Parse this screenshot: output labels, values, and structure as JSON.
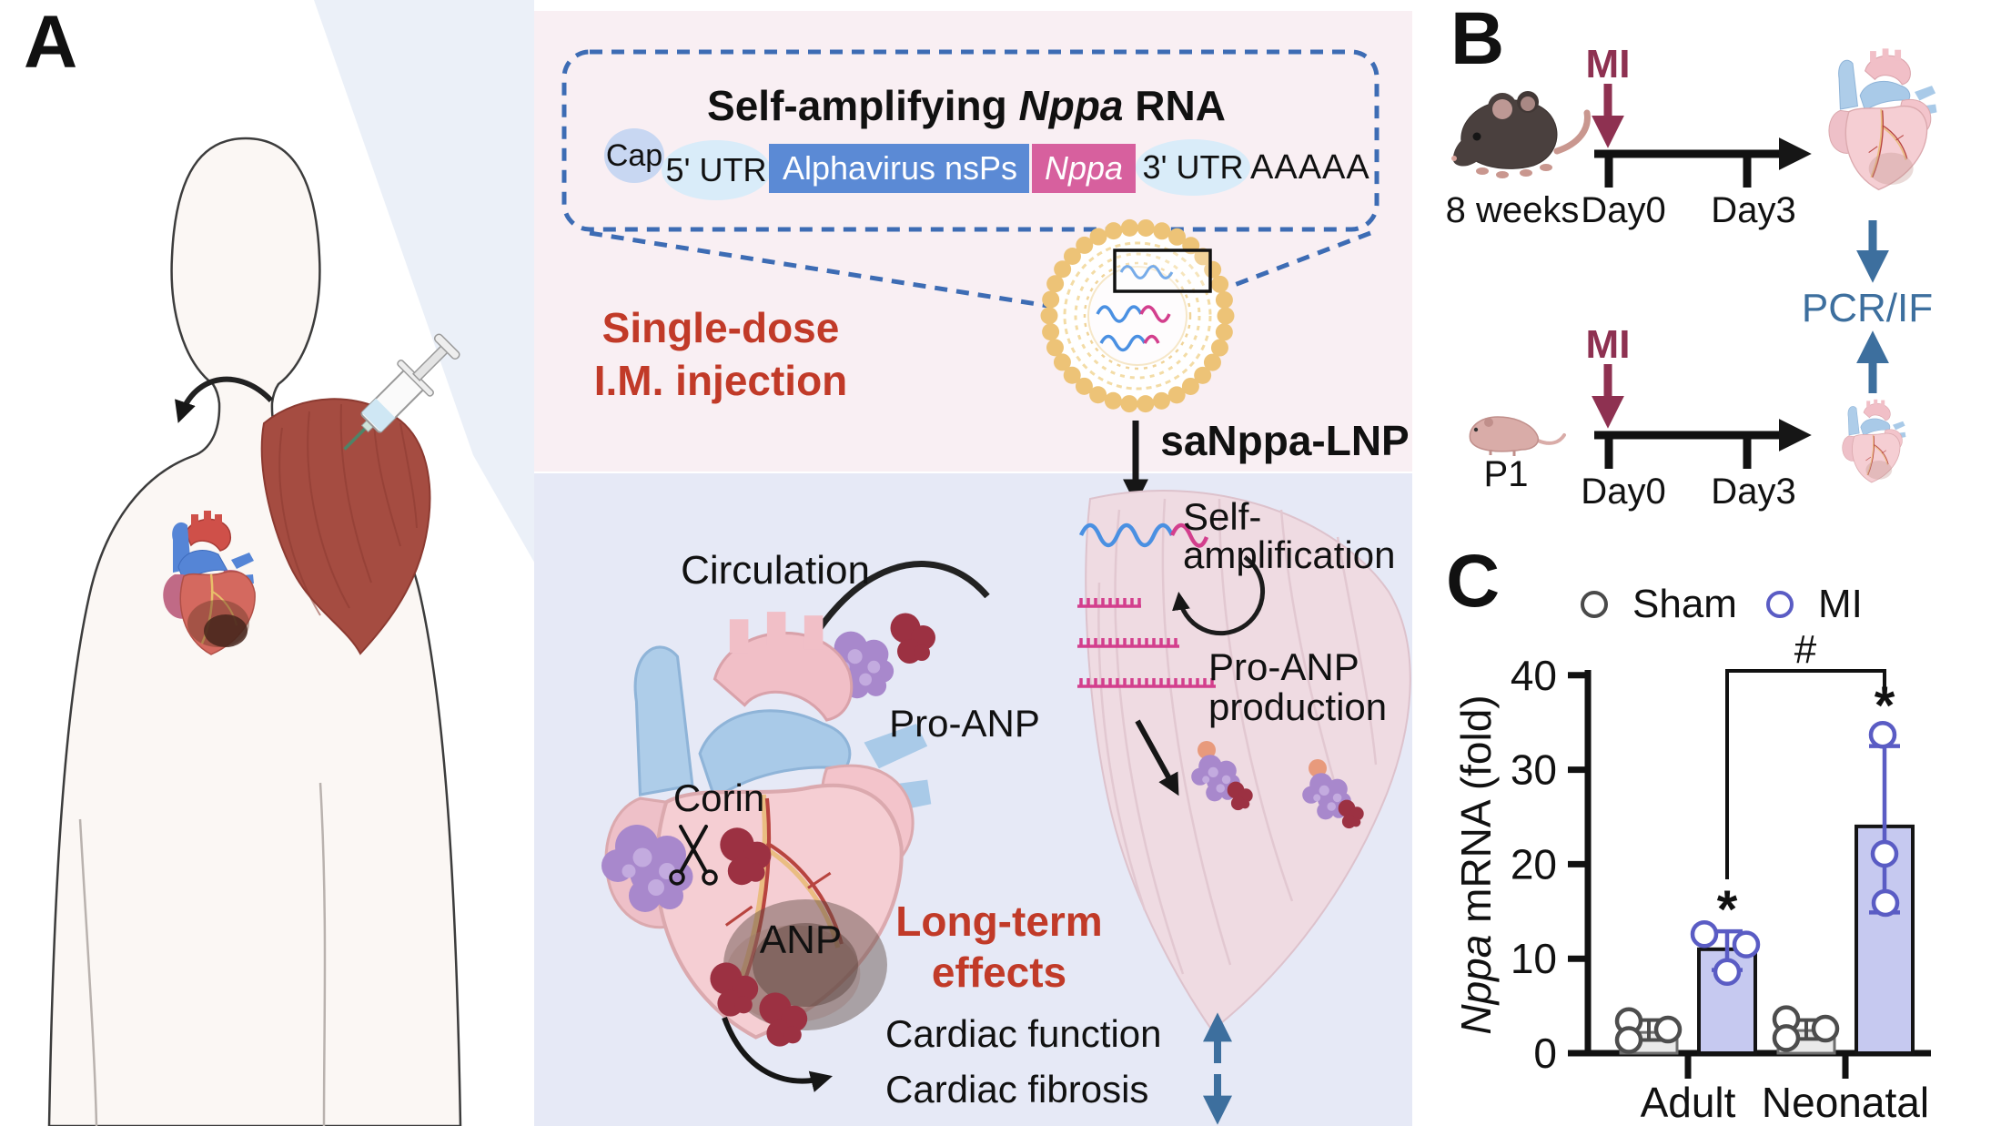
{
  "panel_a": {
    "label": "A",
    "construct": {
      "title_prefix": "Self-amplifying ",
      "title_gene": "Nppa",
      "title_suffix": " RNA",
      "cap": "Cap",
      "utr5": "5' UTR",
      "nsps": "Alphavirus nsPs",
      "gene_box": "Nppa",
      "utr3": "3' UTR",
      "polya": "AAAAA"
    },
    "injection_line1": "Single-dose",
    "injection_line2": "I.M. injection",
    "lnp_label": "saNppa-LNP",
    "self_amp_line1": "Self-",
    "self_amp_line2": "amplification",
    "circulation": "Circulation",
    "pro_anp": "Pro-ANP",
    "corin": "Corin",
    "anp": "ANP",
    "production_line1": "Pro-ANP",
    "production_line2": "production",
    "long_term_line1": "Long-term",
    "long_term_line2": "effects",
    "effect_function": "Cardiac function",
    "effect_fibrosis": "Cardiac fibrosis"
  },
  "panel_b": {
    "label": "B",
    "adult": {
      "age": "8 weeks",
      "mi": "MI",
      "day0": "Day0",
      "day3": "Day3"
    },
    "neonatal": {
      "age": "P1",
      "mi": "MI",
      "day0": "Day0",
      "day3": "Day3"
    },
    "assay": "PCR/IF"
  },
  "panel_c": {
    "label": "C",
    "legend": {
      "sham": "Sham",
      "mi": "MI"
    },
    "ylabel_gene": "Nppa",
    "ylabel_rest": " mRNA (fold)",
    "sig": {
      "hash": "#",
      "star_adult": "*",
      "star_neonatal": "*"
    },
    "chart_data": {
      "type": "bar",
      "title": "Nppa mRNA (fold) after MI vs Sham",
      "categories": [
        "Adult",
        "Neonatal"
      ],
      "series": [
        {
          "name": "Sham",
          "color": "#e9e9e9",
          "edge": "#6e6e6e",
          "point_color": "#4d4d4d",
          "values": [
            2.2,
            2.4
          ],
          "points": [
            [
              3.4,
              1.4,
              2.5
            ],
            [
              3.6,
              1.6,
              2.6
            ]
          ],
          "error": [
            [
              1.4,
              3.5
            ],
            [
              1.5,
              3.5
            ]
          ]
        },
        {
          "name": "MI",
          "color": "#c6c9f0",
          "edge": "#141414",
          "point_color": "#5a5cc4",
          "values": [
            11,
            24
          ],
          "points": [
            [
              12.6,
              11.5,
              8.6
            ],
            [
              33.7,
              21.1,
              15.9
            ]
          ],
          "error": [
            [
              8.8,
              12.9
            ],
            [
              14.9,
              32.5
            ]
          ]
        }
      ],
      "xlabel": "",
      "ylabel": "Nppa mRNA (fold)",
      "yticks": [
        0,
        10,
        20,
        30,
        40
      ],
      "ylim": [
        0,
        40
      ],
      "grid": false,
      "legend_position": "top",
      "annotations": [
        "#",
        "*",
        "*"
      ]
    }
  },
  "colors": {
    "accent_red": "#c13a28",
    "mi_maroon": "#8e3151",
    "steel_blue": "#3d6f9e",
    "dashed_blue": "#3d6cb4",
    "nsps_box": "#5b8ad5",
    "nppa_box": "#d7609e",
    "panel_pink": "#f9eff3",
    "panel_lavender": "#e6e9f6",
    "lnp_gold": "#edc377",
    "rna_blue": "#4a90e2",
    "rna_pink": "#d33f8d",
    "mi_bar": "#c6c9f0",
    "sham_bar": "#e9e9e9"
  }
}
